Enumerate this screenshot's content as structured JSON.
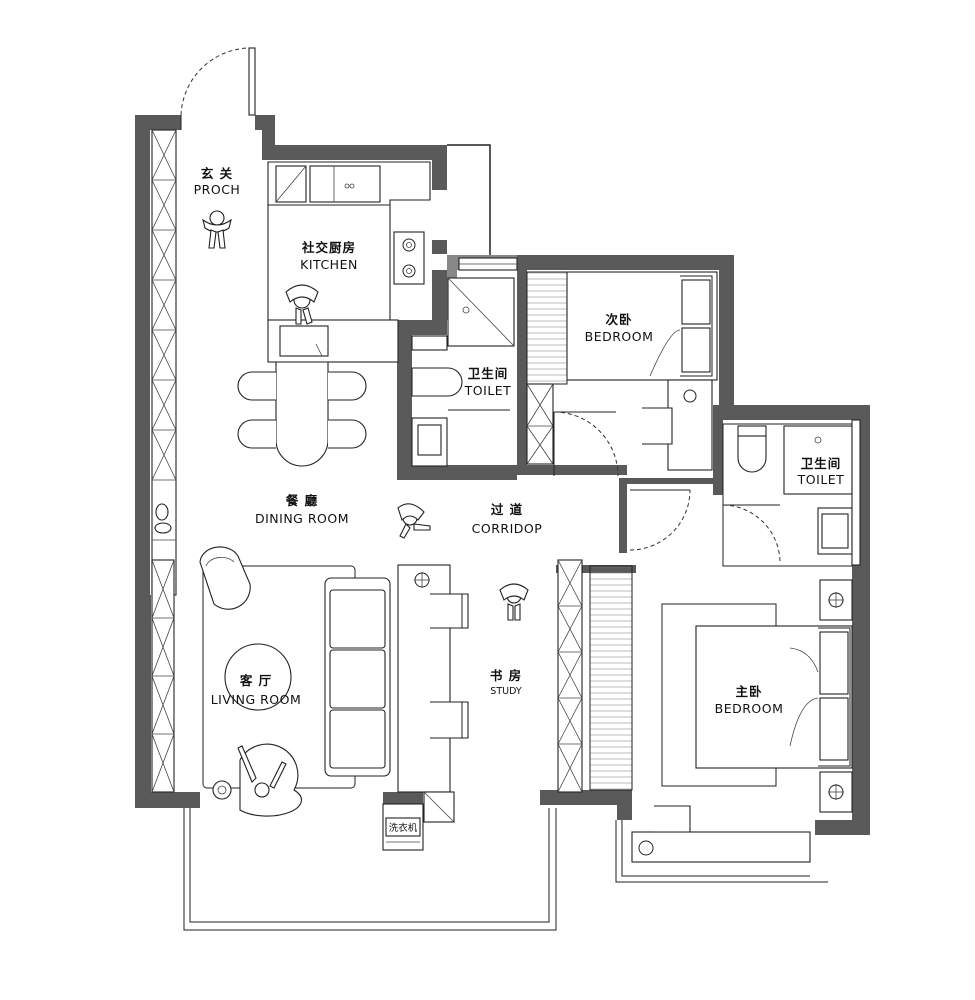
{
  "rooms": {
    "porch": {
      "zh": "玄 关",
      "en": "PROCH"
    },
    "kitchen": {
      "zh": "社交厨房",
      "en": "KITCHEN"
    },
    "dining": {
      "zh": "餐 廳",
      "en": "DINING ROOM"
    },
    "living": {
      "zh": "客 厅",
      "en": "LIVING ROOM"
    },
    "corridor": {
      "zh": "过 道",
      "en": "CORRIDOP"
    },
    "study": {
      "zh": "书 房",
      "en": "STUDY"
    },
    "toilet_a": {
      "zh": "卫生间",
      "en": "TOILET"
    },
    "toilet_b": {
      "zh": "卫生间",
      "en": "TOILET"
    },
    "bedroom_2": {
      "zh": "次卧",
      "en": "BEDROOM"
    },
    "bedroom_main": {
      "zh": "主卧",
      "en": "BEDROOM"
    }
  },
  "appliance": {
    "label": "洗衣机"
  },
  "colors": {
    "wall": "#5a5a5a",
    "line": "#222222",
    "background": "#ffffff"
  }
}
